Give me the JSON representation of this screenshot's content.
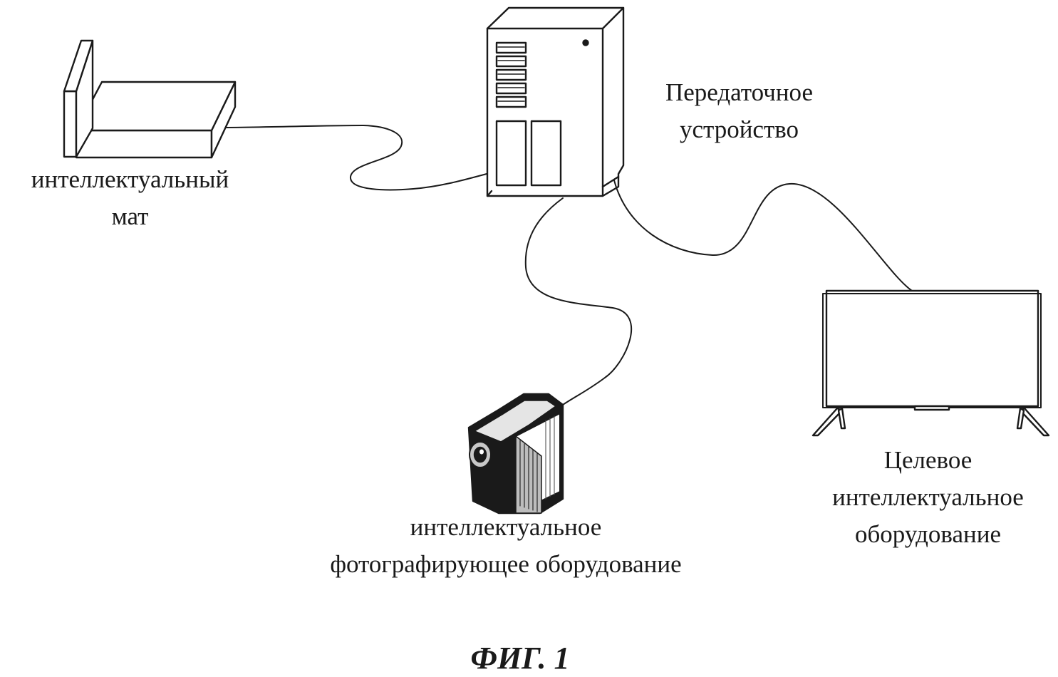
{
  "labels": {
    "mat": [
      "интеллектуальный",
      "мат"
    ],
    "transfer": [
      "Передаточное",
      "устройство"
    ],
    "camera": [
      "интеллектуальное",
      "фотографирующее оборудование"
    ],
    "target": [
      "Целевое",
      "интеллектуальное",
      "оборудование"
    ]
  },
  "caption": "ФИГ. 1",
  "colors": {
    "stroke": "#1a1a1a",
    "background": "#ffffff"
  }
}
